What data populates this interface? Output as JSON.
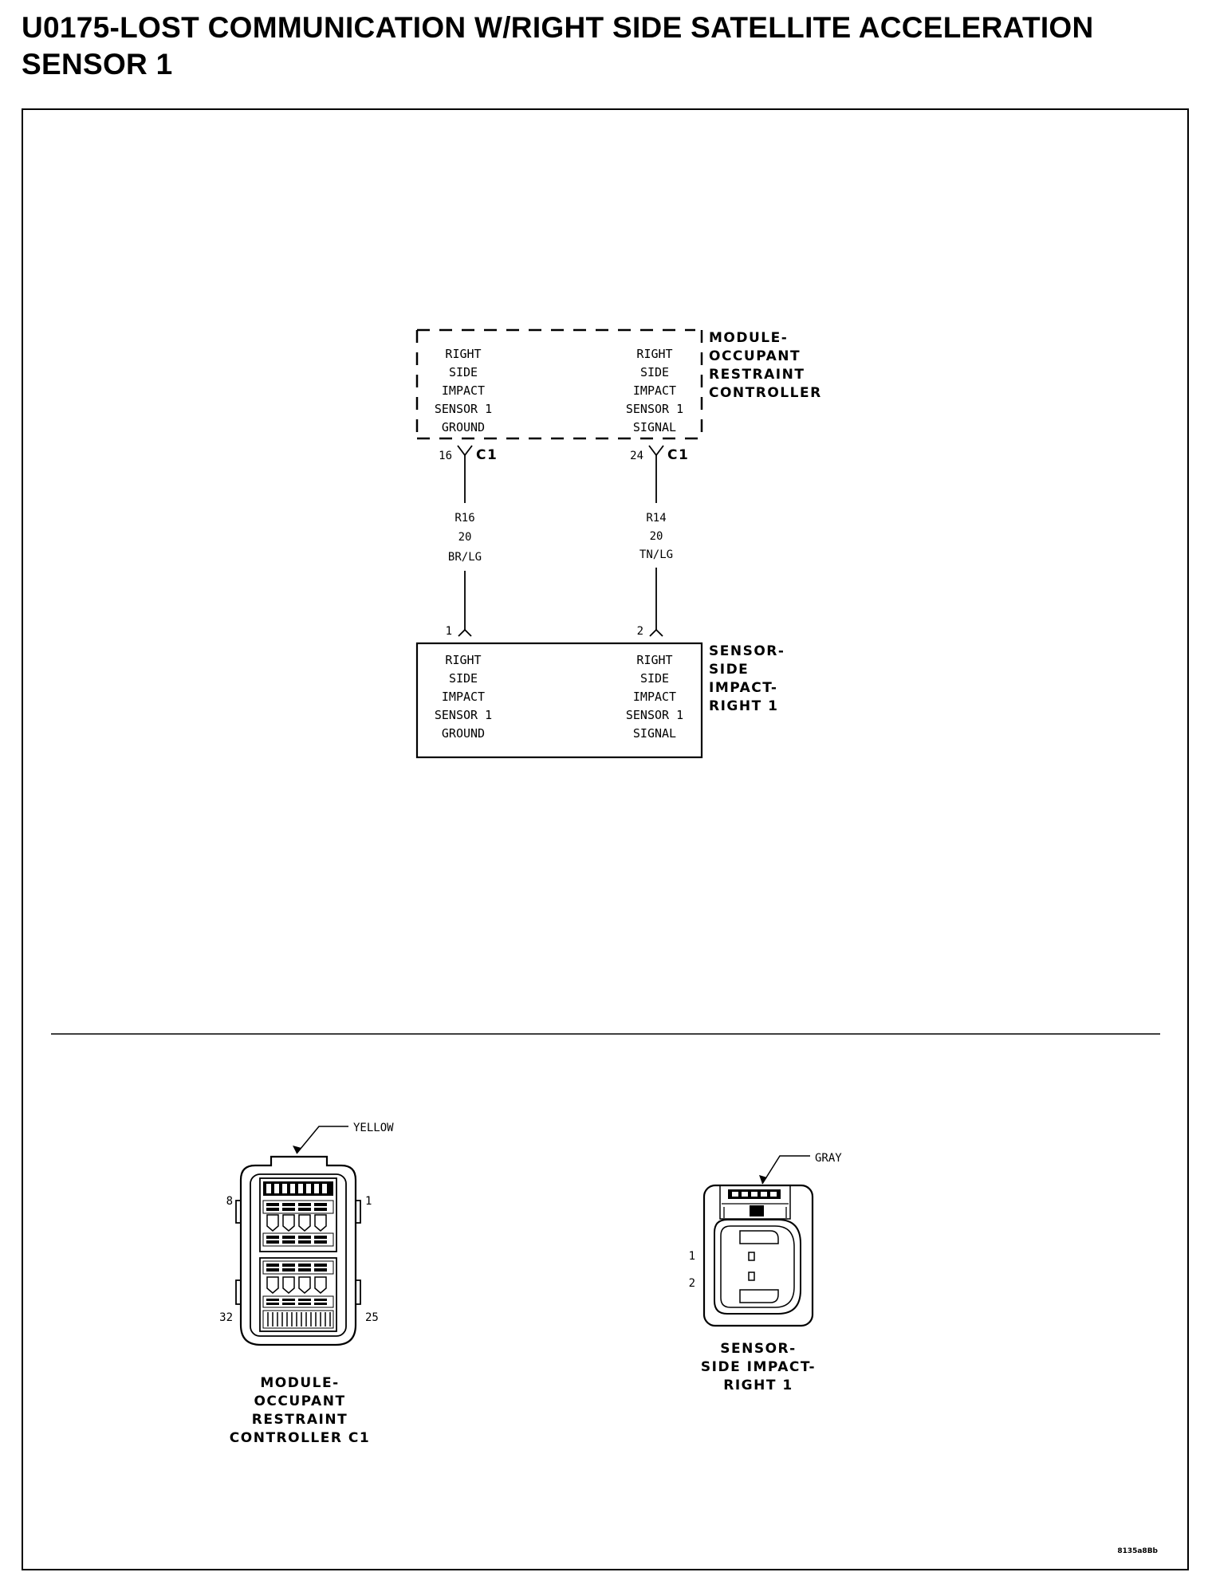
{
  "title": {
    "line1": "U0175-LOST COMMUNICATION W/RIGHT SIDE SATELLITE ACCELERATION",
    "line2": "SENSOR 1"
  },
  "schematic": {
    "module": {
      "name_lines": [
        "MODULE-",
        "OCCUPANT",
        "RESTRAINT",
        "CONTROLLER"
      ],
      "left_circuit_lines": [
        "RIGHT",
        "SIDE",
        "IMPACT",
        "SENSOR 1",
        "GROUND"
      ],
      "right_circuit_lines": [
        "RIGHT",
        "SIDE",
        "IMPACT",
        "SENSOR 1",
        "SIGNAL"
      ]
    },
    "module_pins": {
      "left": {
        "pin": "16",
        "connector": "C1"
      },
      "right": {
        "pin": "24",
        "connector": "C1"
      }
    },
    "wires": {
      "left": {
        "circuit": "R16",
        "gauge": "20",
        "color": "BR/LG"
      },
      "right": {
        "circuit": "R14",
        "gauge": "20",
        "color": "TN/LG"
      }
    },
    "sensor_pins": {
      "left": "1",
      "right": "2"
    },
    "sensor": {
      "name_lines": [
        "SENSOR-",
        "SIDE",
        "IMPACT-",
        "RIGHT 1"
      ],
      "left_circuit_lines": [
        "RIGHT",
        "SIDE",
        "IMPACT",
        "SENSOR 1",
        "GROUND"
      ],
      "right_circuit_lines": [
        "RIGHT",
        "SIDE",
        "IMPACT",
        "SENSOR 1",
        "SIGNAL"
      ]
    }
  },
  "connector_views": {
    "module_c1": {
      "color_label": "YELLOW",
      "pin_8": "8",
      "pin_1": "1",
      "pin_32": "32",
      "pin_25": "25",
      "caption_lines": [
        "MODULE-",
        "OCCUPANT",
        "RESTRAINT",
        "CONTROLLER C1"
      ]
    },
    "sensor": {
      "color_label": "GRAY",
      "pin_1": "1",
      "pin_2": "2",
      "caption_lines": [
        "SENSOR-",
        "SIDE IMPACT-",
        "RIGHT 1"
      ]
    }
  },
  "figure_id": "8135a8Bb"
}
